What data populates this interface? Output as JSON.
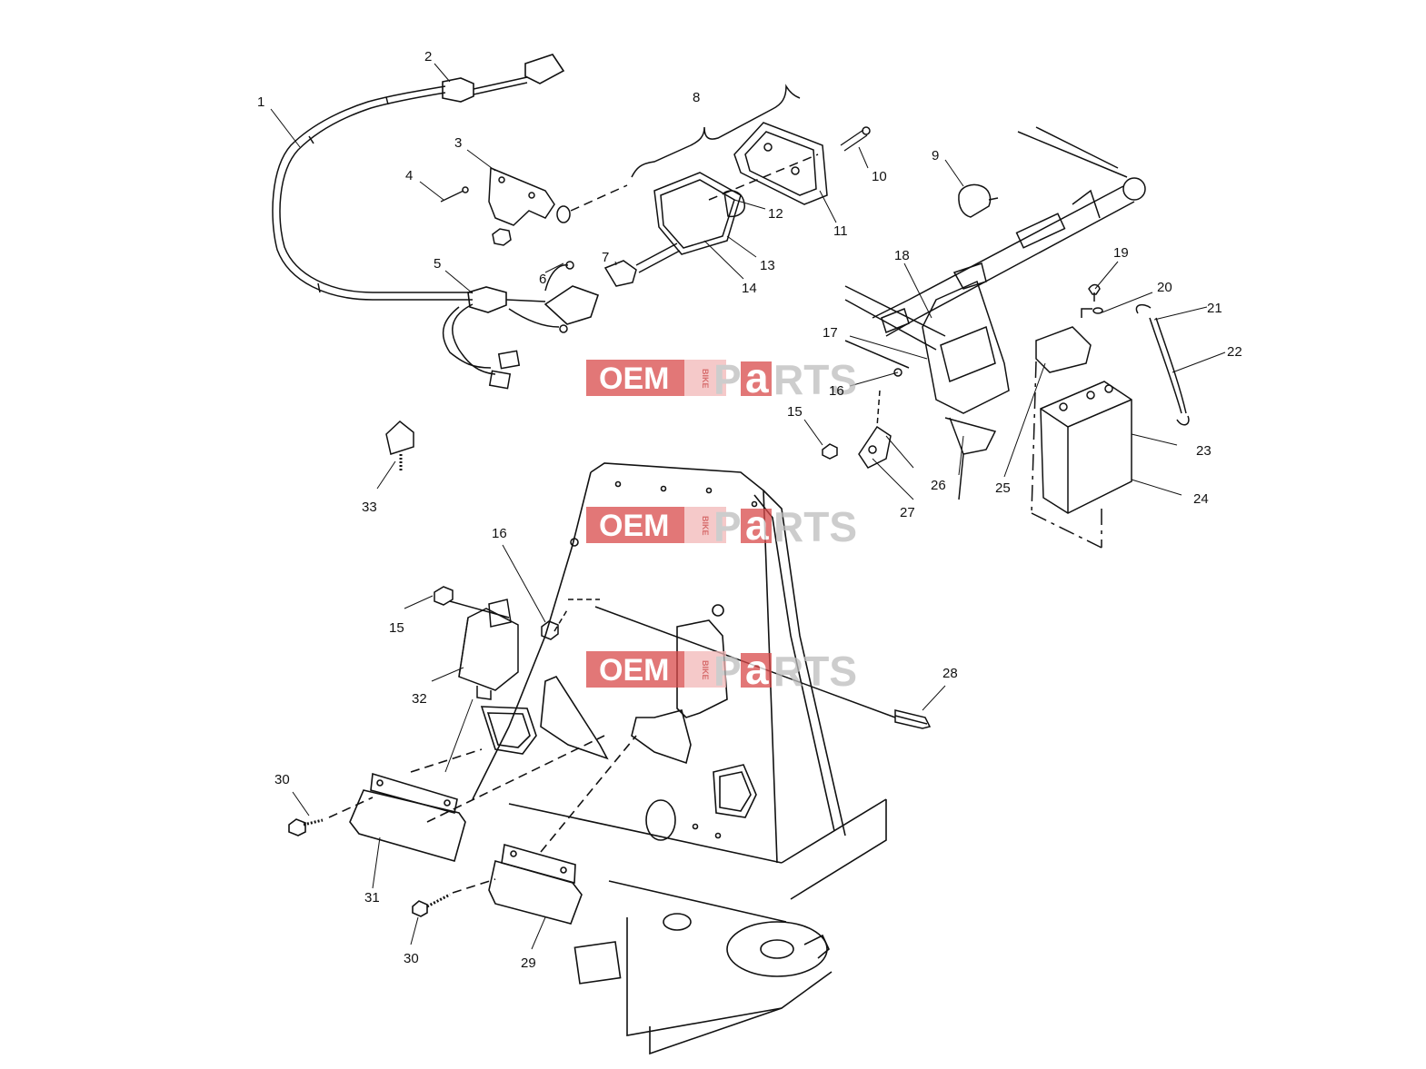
{
  "callouts": [
    {
      "label": "1"
    },
    {
      "label": "2"
    },
    {
      "label": "3"
    },
    {
      "label": "4"
    },
    {
      "label": "5"
    },
    {
      "label": "6"
    },
    {
      "label": "7"
    },
    {
      "label": "8"
    },
    {
      "label": "9"
    },
    {
      "label": "10"
    },
    {
      "label": "11"
    },
    {
      "label": "12"
    },
    {
      "label": "13"
    },
    {
      "label": "14"
    },
    {
      "label": "18"
    },
    {
      "label": "19"
    },
    {
      "label": "20"
    },
    {
      "label": "21"
    },
    {
      "label": "22"
    },
    {
      "label": "17"
    },
    {
      "label": "16"
    },
    {
      "label": "15"
    },
    {
      "label": "23"
    },
    {
      "label": "24"
    },
    {
      "label": "25"
    },
    {
      "label": "26"
    },
    {
      "label": "27"
    },
    {
      "label": "33"
    },
    {
      "label": "16"
    },
    {
      "label": "15"
    },
    {
      "label": "32"
    },
    {
      "label": "28"
    },
    {
      "label": "30"
    },
    {
      "label": "31"
    },
    {
      "label": "30"
    },
    {
      "label": "29"
    }
  ],
  "watermark": {
    "oem": "OEM",
    "bike": "BIKE",
    "p": "P",
    "a": "a",
    "rts": "RTS",
    "colors": {
      "red": "#d94a4a",
      "pink": "#f2b8b8",
      "grey": "#bdbdbd"
    }
  },
  "colors": {
    "line": "#111111",
    "background": "#ffffff"
  }
}
